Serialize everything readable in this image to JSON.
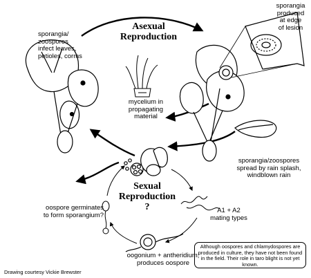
{
  "titles": {
    "asexual": "Asexual\nReproduction",
    "sexual": "Sexual\nReproduction\n?"
  },
  "labels": {
    "infect": "sporangia/\nzoospores\ninfect leaves,\npetioles, corms",
    "edge": "sporangia\nproduced\nat edge\nof lesion",
    "mycelium": "mycelium in\npropagating\nmaterial",
    "spread": "sporangia/zoospores\nspread by rain splash,\nwindblown rain",
    "germinates": "oospore germinates\nto form sporangium?",
    "mating": "A1 + A2\nmating types",
    "oogonium": "oogonium + antheridium;\nproduces oospore"
  },
  "note": "Although oospores and chlamydospores are produced in culture, they have not been found in the field. Their role in taro blight is not yet known.",
  "credit": "Drawing courtesy Vickie Brewster"
}
